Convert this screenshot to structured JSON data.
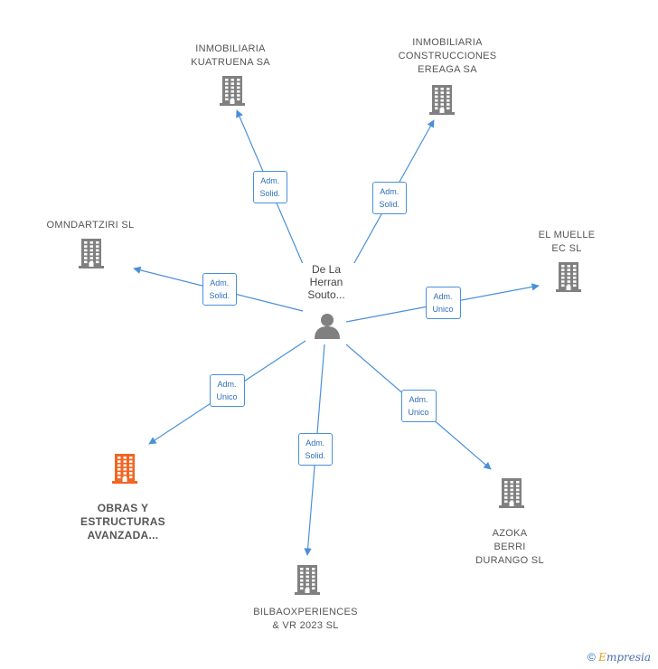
{
  "person": {
    "label": "De La\nHerran\nSouto..."
  },
  "companies": [
    {
      "id": "kuatruena",
      "label": "INMOBILIARIA\nKUATRUENA SA",
      "color": "#808080"
    },
    {
      "id": "ereaga",
      "label": "INMOBILIARIA\nCONSTRUCCIONES\nEREAGA SA",
      "color": "#808080"
    },
    {
      "id": "omndartziri",
      "label": "OMNDARTZIRI SL",
      "color": "#808080"
    },
    {
      "id": "muelle",
      "label": "EL MUELLE\nEC  SL",
      "color": "#808080"
    },
    {
      "id": "obras",
      "label": "OBRAS Y\nESTRUCTURAS\nAVANZADA...",
      "color": "#f26522"
    },
    {
      "id": "azoka",
      "label": "AZOKA\nBERRI\nDURANGO  SL",
      "color": "#808080"
    },
    {
      "id": "bilbao",
      "label": "BILBAOXPERIENCES\n& VR 2023  SL",
      "color": "#808080"
    }
  ],
  "edges": [
    {
      "to": "kuatruena",
      "label": "Adm.\nSolid."
    },
    {
      "to": "ereaga",
      "label": "Adm.\nSolid."
    },
    {
      "to": "omndartziri",
      "label": "Adm.\nSolid."
    },
    {
      "to": "muelle",
      "label": "Adm.\nUnico"
    },
    {
      "to": "obras",
      "label": "Adm.\nUnico"
    },
    {
      "to": "azoka",
      "label": "Adm.\nUnico"
    },
    {
      "to": "bilbao",
      "label": "Adm.\nSolid."
    }
  ],
  "colors": {
    "edge": "#4a90d9",
    "person_icon": "#808080"
  },
  "footer": {
    "copyright": "©",
    "brand_initial": "E",
    "brand_rest": "mpresia"
  }
}
